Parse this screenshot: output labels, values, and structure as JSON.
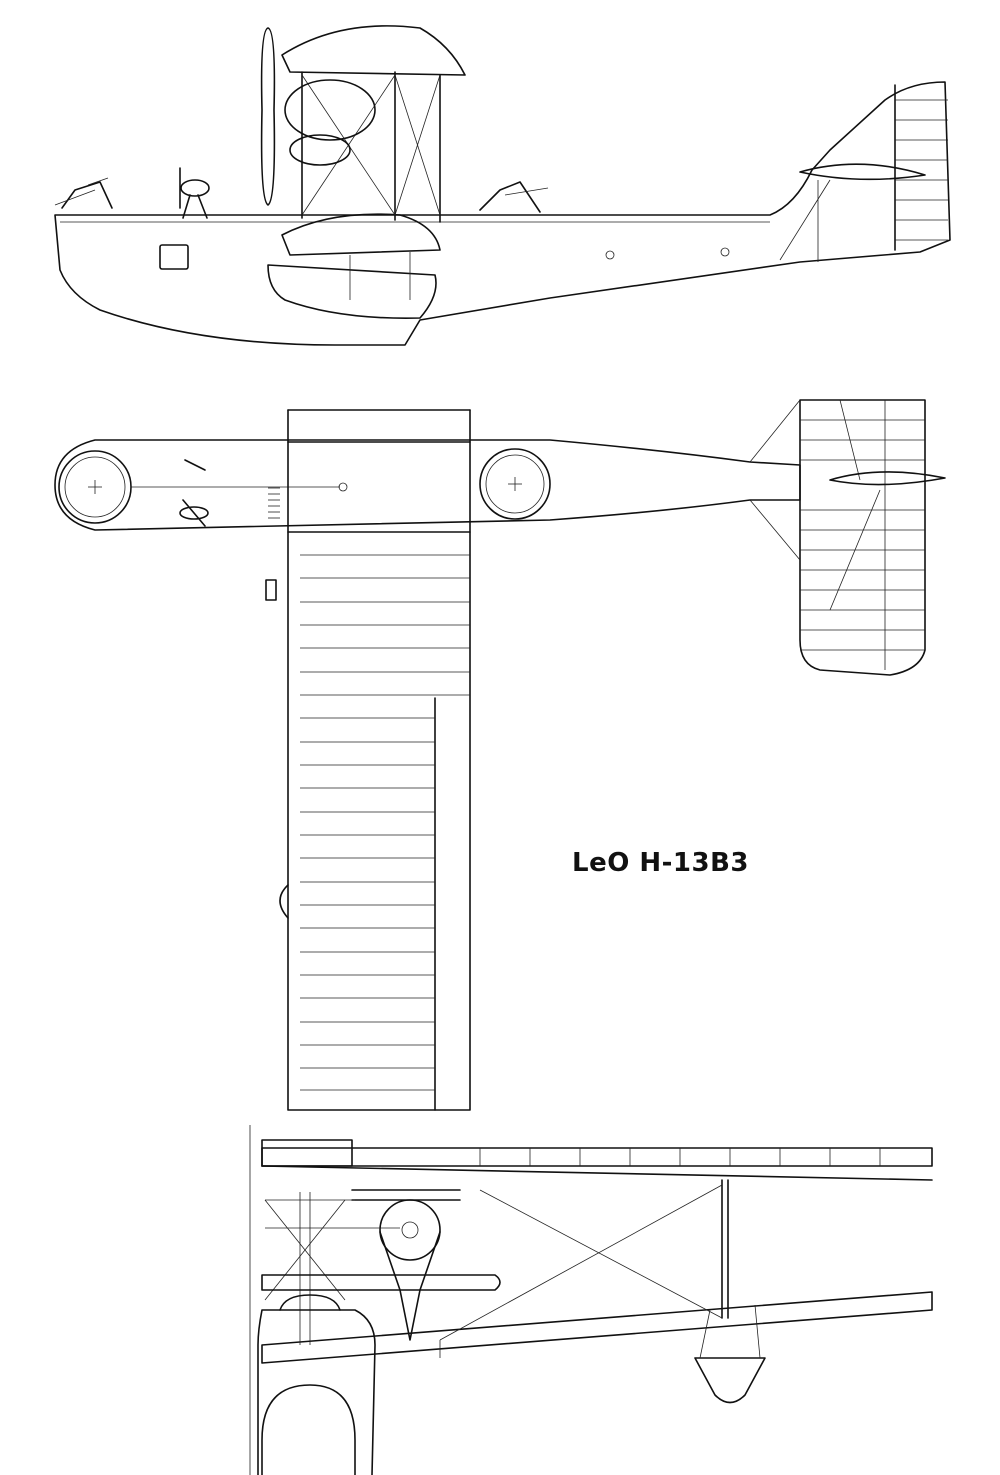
{
  "title": "LeO H-13B3",
  "colors": {
    "ink": "#111111",
    "paper": "#ffffff"
  },
  "views": [
    "side-view",
    "top-view",
    "front-view"
  ]
}
